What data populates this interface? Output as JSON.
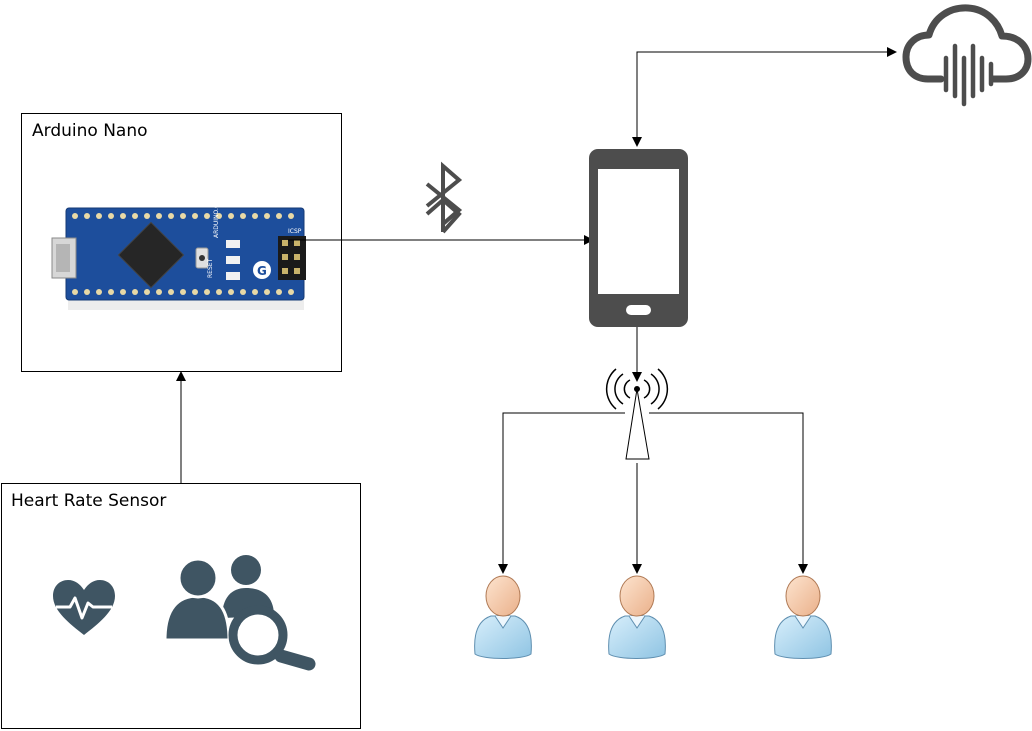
{
  "arduino_box": {
    "title": "Arduino Nano",
    "board_markings": {
      "model": "ARDUINO.CC",
      "reset": "RESET",
      "icsp": "ICSP"
    }
  },
  "sensor_box": {
    "title": "Heart Rate Sensor"
  },
  "icons": {
    "bluetooth": "bluetooth-icon",
    "smartphone": "smartphone-icon",
    "cloud": "cloud-rain-icon",
    "tower": "wireless-tower-icon",
    "heart": "heart-pulse-icon",
    "people_search": "people-search-icon",
    "user": "user-icon"
  },
  "colors": {
    "icon_dark": "#4d4d4d",
    "sensor_icons": "#3f5563",
    "board_blue": "#1d4e9c",
    "line": "#000000"
  }
}
